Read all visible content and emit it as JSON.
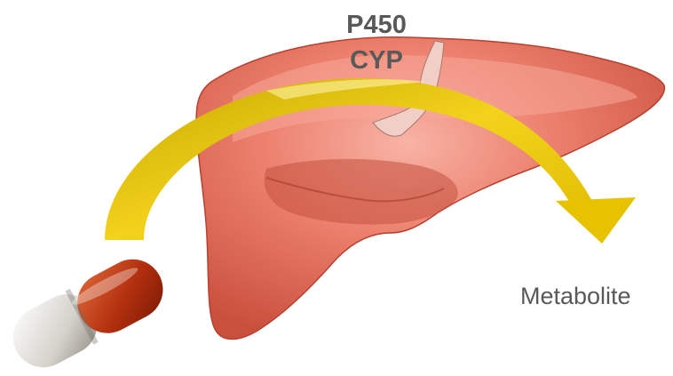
{
  "labels": {
    "enzyme_line1": "P450",
    "enzyme_line2": "CYP",
    "product": "Metabolite"
  },
  "colors": {
    "liver_base": "#e8705f",
    "liver_highlight": "#f6a394",
    "liver_shadow": "#b8402f",
    "arrow": "#d9b800",
    "arrow_highlight": "#ffe36a",
    "capsule_red": "#b8320f",
    "capsule_white": "#d9d6cf",
    "text": "#595959"
  },
  "icons": {
    "liver": "liver-illustration",
    "capsule": "drug-capsule-icon",
    "arrow": "curved-arrow"
  }
}
